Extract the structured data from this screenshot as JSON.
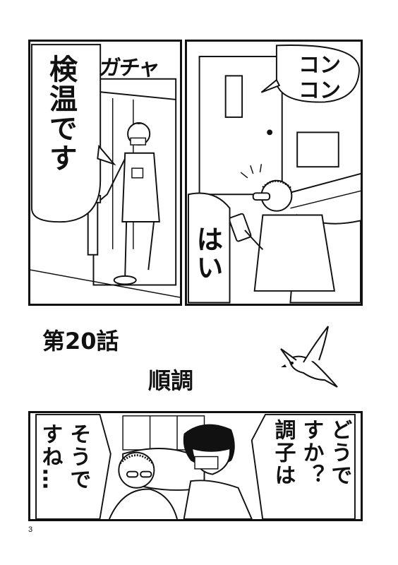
{
  "panel1": {
    "sfx": "ガチャ",
    "speech": "検温です"
  },
  "panel2": {
    "sfx_lines": [
      "コン",
      "コン"
    ],
    "speech": "はい"
  },
  "chapter": {
    "number": "第20話",
    "title": "順調"
  },
  "panel3": {
    "speech_right_col1": "どうで",
    "speech_right_col2": "すか？",
    "speech_right_col3": "調子は",
    "speech_left_col1": "そうで",
    "speech_left_col2": "すね…"
  },
  "page_number": "3"
}
